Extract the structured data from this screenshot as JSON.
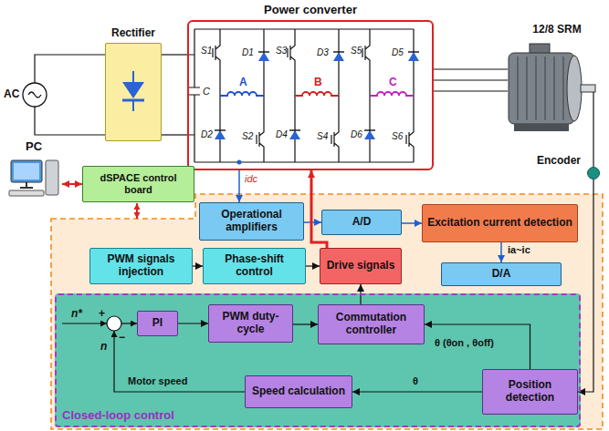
{
  "diagram": {
    "nodes": [
      {
        "text": [
          "Power converter"
        ]
      },
      {
        "text": [
          "Rectifier"
        ]
      },
      {
        "text": [
          "12/8 SRM"
        ]
      },
      {
        "text": [
          "PC"
        ]
      },
      {
        "text": [
          "dSPACE control board"
        ]
      },
      {
        "text": [
          "Encoder"
        ]
      },
      {
        "text": [
          "Operational amplifiers"
        ]
      },
      {
        "text": [
          "A/D"
        ]
      },
      {
        "text": [
          "Excitation current detection"
        ]
      },
      {
        "text": [
          "PWM signals injection"
        ]
      },
      {
        "text": [
          "Phase-shift control"
        ]
      },
      {
        "text": [
          "Drive signals"
        ]
      },
      {
        "text": [
          "D/A"
        ]
      },
      {
        "text": [
          "Closed-loop control"
        ]
      },
      {
        "text": [
          "PI"
        ],
        "in": 13
      },
      {
        "text": [
          "PWM duty-cycle"
        ],
        "in": 13
      },
      {
        "text": [
          "Commutation controller"
        ],
        "in": 13
      },
      {
        "text": [
          "Speed calculation"
        ],
        "in": 13
      },
      {
        "text": [
          "Position detection"
        ],
        "in": 13
      }
    ],
    "edges": [
      {
        "from": 1,
        "to": 0,
        "arrow": "none"
      },
      {
        "from": 1,
        "to": 0,
        "arrow": "none"
      },
      {
        "from": 0,
        "to": 2,
        "arrow": "none"
      },
      {
        "from": 0,
        "to": 2,
        "arrow": "none"
      },
      {
        "from": 0,
        "to": 2,
        "arrow": "none"
      },
      {
        "from": 3,
        "to": 4,
        "arrow": "both"
      },
      {
        "from": 0,
        "to": 6,
        "arrow": "to"
      },
      {
        "from": 6,
        "to": 7,
        "arrow": "to"
      },
      {
        "from": 7,
        "to": 8,
        "arrow": "to"
      },
      {
        "from": 8,
        "to": 12,
        "arrow": "to",
        "label": "ia~ic"
      },
      {
        "from": 9,
        "to": 10,
        "arrow": "to"
      },
      {
        "from": 10,
        "to": 11,
        "arrow": "to"
      },
      {
        "from": 11,
        "to": 0,
        "arrow": "to"
      },
      {
        "from": 16,
        "to": 11,
        "arrow": "to"
      },
      {
        "from": 14,
        "to": 15,
        "arrow": "to"
      },
      {
        "from": 15,
        "to": 16,
        "arrow": "to"
      },
      {
        "from": 18,
        "to": 16,
        "arrow": "to",
        "label": "θ (θon , θoff)"
      },
      {
        "from": 18,
        "to": 17,
        "arrow": "to",
        "label": "θ"
      },
      {
        "from": 5,
        "to": 18,
        "arrow": "to"
      },
      {
        "from": 2,
        "to": 5,
        "arrow": "none"
      }
    ],
    "labels": [
      "AC",
      "C",
      "S1",
      "D1",
      "A",
      "D2",
      "S2",
      "S3",
      "D3",
      "B",
      "D4",
      "S4",
      "S5",
      "D5",
      "C",
      "D6",
      "S6",
      "idc",
      "n*",
      "+",
      "−",
      "n",
      "Motor speed"
    ]
  }
}
